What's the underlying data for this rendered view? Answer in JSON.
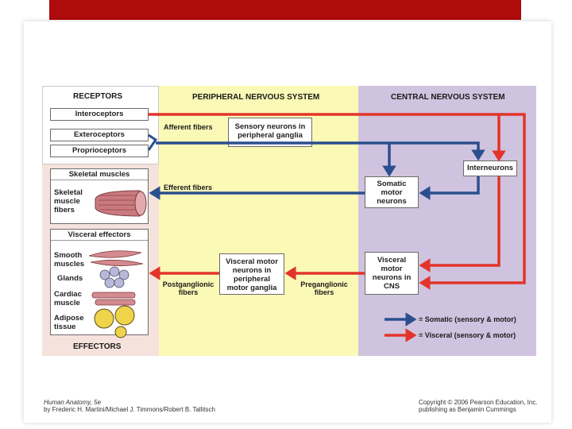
{
  "colors": {
    "somatic": "#2b4f8e",
    "visceral": "#e2342a",
    "pns_bg": "#fbf9b6",
    "cns_bg": "#d0c3df",
    "effector_bg": "#f6e2dc"
  },
  "headers": {
    "receptors": "RECEPTORS",
    "pns": "PERIPHERAL NERVOUS SYSTEM",
    "cns": "CENTRAL NERVOUS SYSTEM",
    "effectors": "EFFECTORS"
  },
  "receptors": [
    "Interoceptors",
    "Exteroceptors",
    "Proprioceptors"
  ],
  "pns": {
    "afferent": "Afferent fibers",
    "sensory": "Sensory neurons in peripheral ganglia",
    "efferent": "Efferent fibers",
    "visceral_motor": "Visceral motor neurons in peripheral motor ganglia",
    "postganglionic": "Postganglionic fibers",
    "preganglionic": "Preganglionic fibers"
  },
  "cns": {
    "interneurons": "Interneurons",
    "somatic_motor": "Somatic motor neurons",
    "visceral_motor": "Visceral motor neurons in CNS"
  },
  "effectors": {
    "skeletal_header": "Skeletal muscles",
    "skeletal_item": "Skeletal muscle fibers",
    "visceral_header": "Visceral effectors",
    "items": [
      "Smooth muscles",
      "Glands",
      "Cardiac muscle",
      "Adipose tissue"
    ]
  },
  "legend": {
    "somatic": "= Somatic (sensory & motor)",
    "visceral": "= Visceral (sensory & motor)"
  },
  "footer": {
    "book_title": "Human Anatomy, 5e",
    "authors": "by Frederic H. Martini/Michael J. Timmons/Robert B. Tallitsch",
    "copyright": "Copyright © 2006 Pearson Education, Inc.",
    "publisher": "publishing as Benjamin Cummings"
  }
}
